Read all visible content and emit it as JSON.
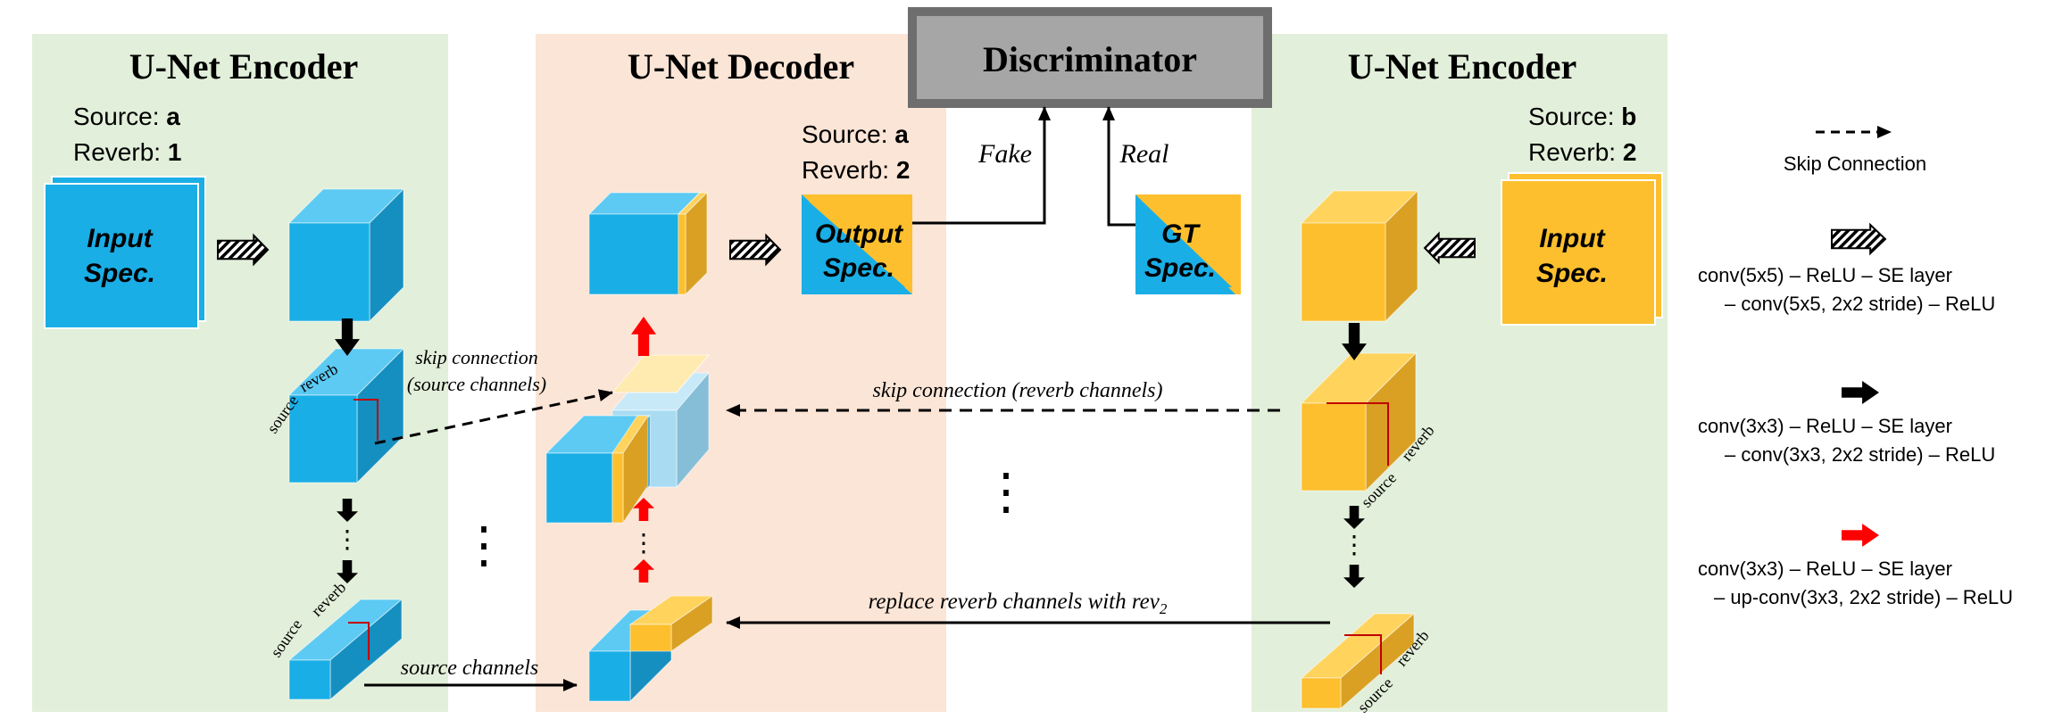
{
  "panels": {
    "left_encoder": {
      "title": "U-Net Encoder",
      "source_label": "Source: ",
      "source_value": "a",
      "reverb_label": "Reverb: ",
      "reverb_value": "1",
      "input_line1": "Input",
      "input_line2": "Spec."
    },
    "decoder": {
      "title": "U-Net Decoder",
      "source_label": "Source: ",
      "source_value": "a",
      "reverb_label": "Reverb: ",
      "reverb_value": "2",
      "output_line1": "Output",
      "output_line2": "Spec."
    },
    "discriminator": {
      "title": "Discriminator",
      "fake_label": "Fake",
      "real_label": "Real",
      "gt_line1": "GT",
      "gt_line2": "Spec."
    },
    "right_encoder": {
      "title": "U-Net Encoder",
      "source_label": "Source: ",
      "source_value": "b",
      "reverb_label": "Reverb: ",
      "reverb_value": "2",
      "input_line1": "Input",
      "input_line2": "Spec."
    }
  },
  "annotations": {
    "skip_source_line1": "skip connection",
    "skip_source_line2": "(source channels)",
    "skip_reverb": "skip connection (reverb channels)",
    "replace_text": "replace reverb channels with rev",
    "replace_sub": "2",
    "source_channels": "source channels",
    "face_source": "source",
    "face_reverb": "reverb",
    "ellipsis_vertical": "⋮"
  },
  "legend": {
    "skip_connection": "Skip Connection",
    "item1_line1": "conv(5x5) – ReLU – SE layer",
    "item1_line2": "– conv(5x5, 2x2 stride) – ReLU",
    "item2_line1": "conv(3x3) – ReLU – SE layer",
    "item2_line2": "– conv(3x3, 2x2 stride) – ReLU",
    "item3_line1": "conv(3x3) – ReLU – SE layer",
    "item3_line2": "– up-conv(3x3, 2x2 stride) – ReLU"
  },
  "colors": {
    "encoder_bg": "#e2efda",
    "decoder_bg": "#fbe5d6",
    "blue": "#1aaee6",
    "blue_side": "#158fc0",
    "blue_top": "#5ccaf3",
    "orange": "#fdbf2d",
    "orange_side": "#d9a023",
    "orange_top": "#ffd35c",
    "red_arrow": "#ff0000",
    "disc_border": "#6e6e6e",
    "disc_fill": "#a6a6a6"
  }
}
